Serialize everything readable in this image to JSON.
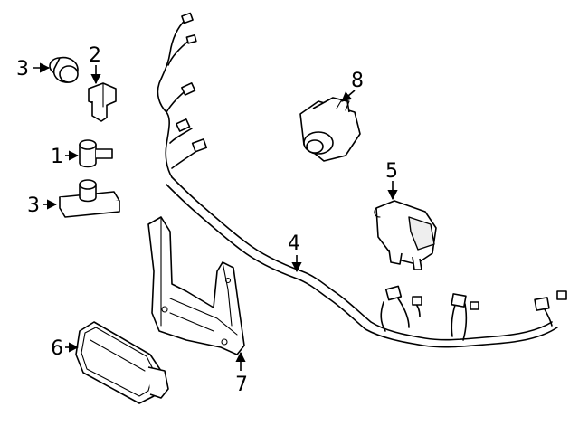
{
  "callouts": {
    "c1": "1",
    "c2": "2",
    "c3a": "3",
    "c3b": "3",
    "c4": "4",
    "c5": "5",
    "c6": "6",
    "c7": "7",
    "c8": "8"
  }
}
